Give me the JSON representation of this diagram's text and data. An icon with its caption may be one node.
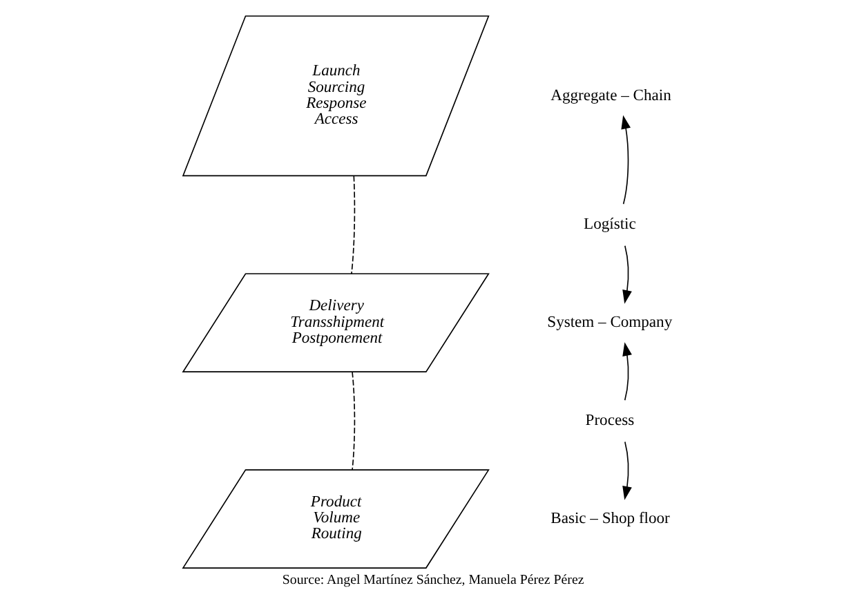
{
  "diagram": {
    "caption": "Source: Angel Martínez Sánchez, Manuela Pérez Pérez",
    "nodes": [
      {
        "text": [
          "Launch",
          "Sourcing",
          "Response",
          "Access"
        ]
      },
      {
        "text": [
          "Delivery",
          "Transshipment",
          "Postponement"
        ]
      },
      {
        "text": [
          "Product",
          "Volume",
          "Routing"
        ]
      },
      {
        "text": [
          "Aggregate – Chain"
        ]
      },
      {
        "text": [
          "Logístic"
        ]
      },
      {
        "text": [
          "System – Company"
        ]
      },
      {
        "text": [
          "Process"
        ]
      },
      {
        "text": [
          "Basic – Shop floor"
        ]
      }
    ],
    "edges": [
      {
        "from": 0,
        "to": 1,
        "arrow": "none",
        "style": "dashed"
      },
      {
        "from": 1,
        "to": 2,
        "arrow": "none",
        "style": "dashed"
      },
      {
        "from": 4,
        "to": 3,
        "arrow": "to"
      },
      {
        "from": 4,
        "to": 5,
        "arrow": "to"
      },
      {
        "from": 6,
        "to": 5,
        "arrow": "to"
      },
      {
        "from": 6,
        "to": 7,
        "arrow": "to"
      }
    ]
  }
}
